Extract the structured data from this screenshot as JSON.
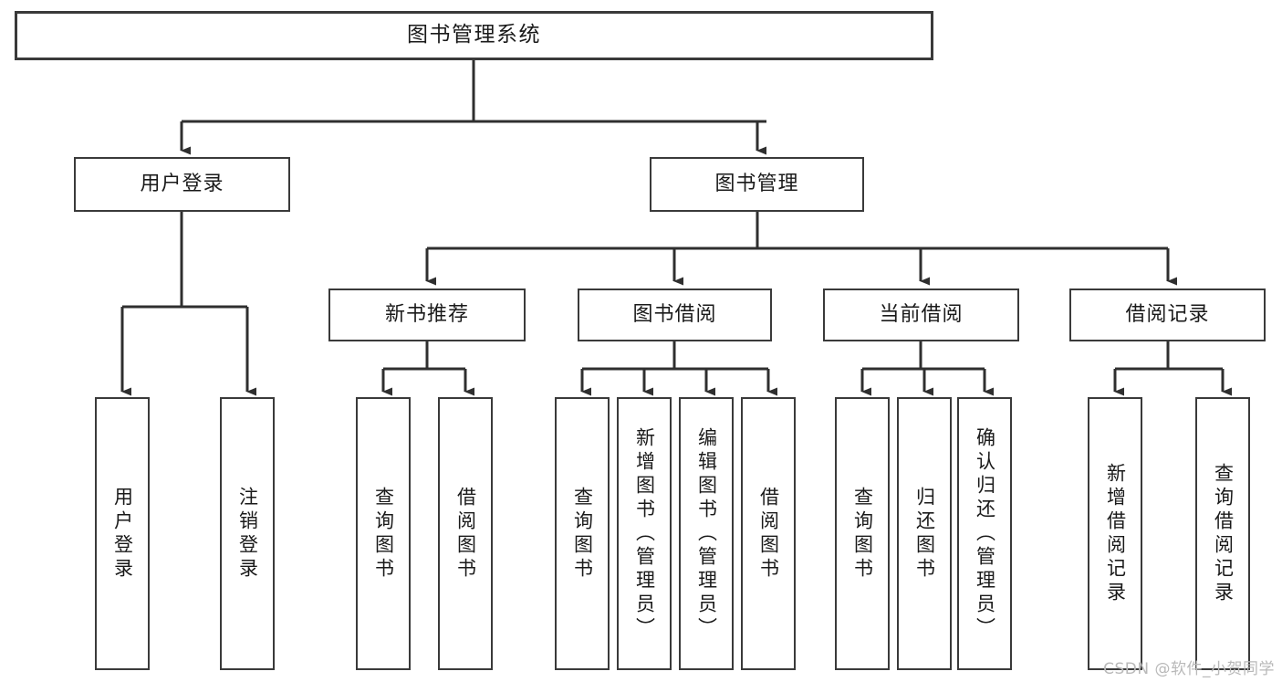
{
  "diagram": {
    "kind": "hierarchy-tree",
    "title": "图书管理系统",
    "orientation": "top-down",
    "colors": {
      "box_border": "#3a3a3a",
      "box_fill": "#ffffff",
      "connector": "#2f2f2f",
      "text": "#1a1a1a",
      "watermark": "#b9b9b9",
      "canvas": "#ffffff"
    },
    "root": {
      "label": "图书管理系统"
    },
    "level1": [
      {
        "label": "用户登录"
      },
      {
        "label": "图书管理"
      }
    ],
    "level2": [
      {
        "label": "新书推荐"
      },
      {
        "label": "图书借阅"
      },
      {
        "label": "当前借阅"
      },
      {
        "label": "借阅记录"
      }
    ],
    "leaves": {
      "user_login": [
        {
          "label": "用户登录"
        },
        {
          "label": "注销登录"
        }
      ],
      "new_book_recommend": [
        {
          "label": "查询图书"
        },
        {
          "label": "借阅图书"
        }
      ],
      "book_borrow": [
        {
          "label": "查询图书"
        },
        {
          "label": "新增图书（管理员）"
        },
        {
          "label": "编辑图书（管理员）"
        },
        {
          "label": "借阅图书"
        }
      ],
      "current_borrow": [
        {
          "label": "查询图书"
        },
        {
          "label": "归还图书"
        },
        {
          "label": "确认归还（管理员）"
        }
      ],
      "borrow_record": [
        {
          "label": "新增借阅记录"
        },
        {
          "label": "查询借阅记录"
        }
      ]
    },
    "watermark": "CSDN @软件_小贺同学"
  }
}
